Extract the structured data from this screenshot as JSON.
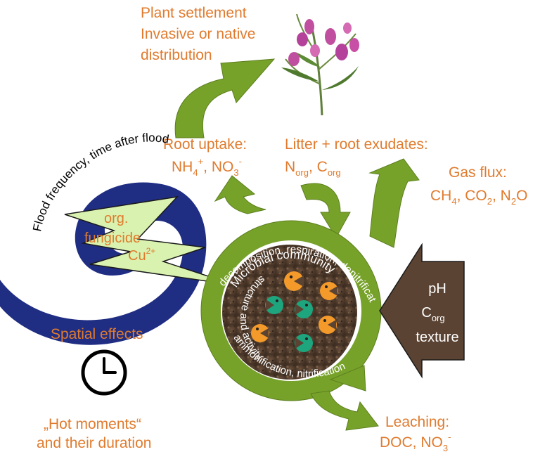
{
  "colors": {
    "orange_text": "#E07B2E",
    "arrow_green": "#77A22A",
    "arrow_green_dark": "#5C7F1E",
    "wave_blue": "#1F2D83",
    "lightning_fill": "#D9F2B0",
    "soil_brown": "#5A4333",
    "microbe_teal": "#1EA57E",
    "microbe_orange": "#F39A2B"
  },
  "top": {
    "line1": "Plant settlement",
    "line2": "Invasive or native",
    "line3": "distribution"
  },
  "root_uptake": {
    "title": "Root uptake:",
    "nh": "NH",
    "nh_sub": "4",
    "nh_sup": "+",
    "sep": ", NO",
    "no_sub": "3",
    "no_sup": "-"
  },
  "litter": {
    "title": "Litter + root exudates:",
    "n": "N",
    "n_sub": "org",
    "sep": ", C",
    "c_sub": "org"
  },
  "gas_flux": {
    "title": "Gas flux:",
    "ch": "CH",
    "ch_sub": "4",
    "co": ", CO",
    "co_sub": "2",
    "no": ", N",
    "no_sub": "2",
    "no_end": "O"
  },
  "flood": {
    "text": "Flood frequency, time after flood",
    "fungicide_1": "org.",
    "fungicide_2": "fungicide",
    "cu": "Cu",
    "cu_sup": "2+"
  },
  "circle": {
    "outer_top": "decomposition, respiration, denitrification",
    "outer_bottom": "ammonification, nitrification",
    "inner_top": "Microbial community",
    "inner_bottom": "structure and activity"
  },
  "soil": {
    "ph": "pH",
    "c": "C",
    "c_sub": "org",
    "texture": "texture"
  },
  "spatial": "Spatial effects",
  "hot_moments": {
    "line1": "„Hot moments“",
    "line2": "and their duration"
  },
  "leaching": {
    "title": "Leaching:",
    "doc": "DOC, NO",
    "no_sub": "3",
    "no_sup": "-"
  }
}
